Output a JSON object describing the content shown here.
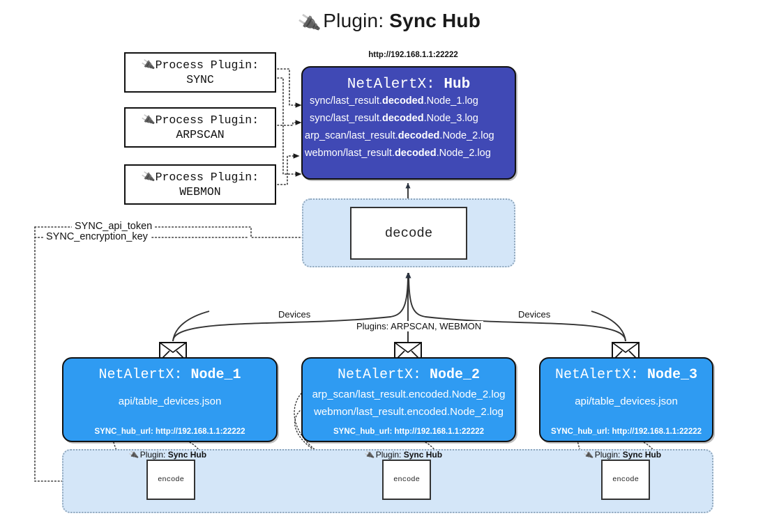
{
  "title": {
    "icon": "plug-icon",
    "prefix": "Plugin:",
    "name": "Sync Hub"
  },
  "process_plugins": [
    {
      "icon": "plug-icon",
      "label": "Process Plugin:",
      "name": "SYNC"
    },
    {
      "icon": "plug-icon",
      "label": "Process Plugin:",
      "name": "ARPSCAN"
    },
    {
      "icon": "plug-icon",
      "label": "Process Plugin:",
      "name": "WEBMON"
    }
  ],
  "hub": {
    "url": "http://192.168.1.1:22222",
    "title_prefix": "NetAlertX:",
    "title_name": "Hub",
    "rows": [
      {
        "pre": "sync/last_result.",
        "bold": "decoded",
        "post": ".Node_1.log"
      },
      {
        "pre": "sync/last_result.",
        "bold": "decoded",
        "post": ".Node_3.log"
      },
      {
        "pre": "arp_scan/last_result.",
        "bold": "decoded",
        "post": ".Node_2.log"
      },
      {
        "pre": "webmon/last_result.",
        "bold": "decoded",
        "post": ".Node_2.log"
      }
    ]
  },
  "decode": {
    "label": "decode"
  },
  "settings": [
    {
      "label": "SYNC_api_token"
    },
    {
      "label": "SYNC_encryption_key"
    }
  ],
  "edge_labels": {
    "devices_left": "Devices",
    "devices_right": "Devices",
    "plugins_middle": "Plugins: ARPSCAN, WEBMON"
  },
  "nodes": [
    {
      "icon": "envelope-icon",
      "title_prefix": "NetAlertX:",
      "title_name": "Node_1",
      "lines": [
        "api/table_devices.json"
      ],
      "url_label": "SYNC_hub_url: http://192.168.1.1:22222"
    },
    {
      "icon": "envelope-icon",
      "title_prefix": "NetAlertX:",
      "title_name": "Node_2",
      "lines": [
        "arp_scan/last_result.encoded.Node_2.log",
        "webmon/last_result.encoded.Node_2.log"
      ],
      "url_label": "SYNC_hub_url: http://192.168.1.1:22222"
    },
    {
      "icon": "envelope-icon",
      "title_prefix": "NetAlertX:",
      "title_name": "Node_3",
      "lines": [
        "api/table_devices.json"
      ],
      "url_label": "SYNC_hub_url: http://192.168.1.1:22222"
    }
  ],
  "encoders": [
    {
      "icon": "plug-icon",
      "plugin_prefix": "Plugin:",
      "plugin_name": "Sync Hub",
      "label": "encode"
    },
    {
      "icon": "plug-icon",
      "plugin_prefix": "Plugin:",
      "plugin_name": "Sync Hub",
      "label": "encode"
    },
    {
      "icon": "plug-icon",
      "plugin_prefix": "Plugin:",
      "plugin_name": "Sync Hub",
      "label": "encode"
    }
  ],
  "colors": {
    "hub": "#4049b5",
    "node": "#2f9bf2",
    "container": "#d4e6f8",
    "container_border": "#8fa6bb",
    "stroke": "#111111"
  }
}
